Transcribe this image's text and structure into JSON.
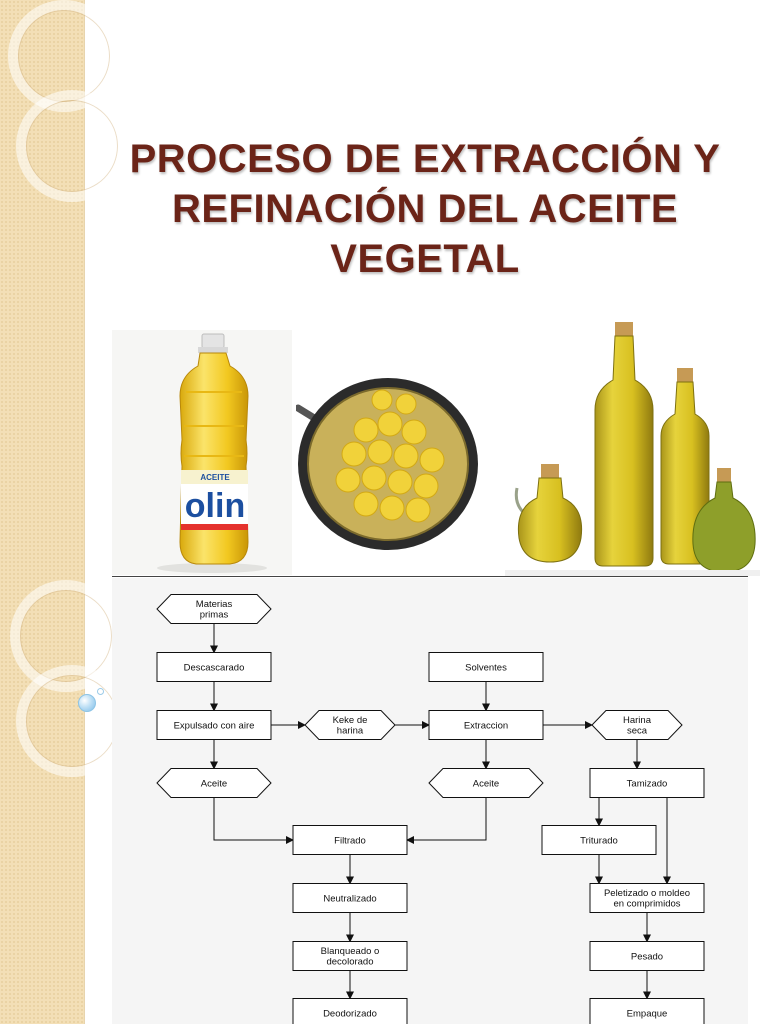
{
  "slide": {
    "title_lines": [
      "PROCESO DE EXTRACCIÓN Y",
      "REFINACIÓN DEL ACEITE",
      "VEGETAL"
    ],
    "bottle_brand": "olin",
    "bottle_band": "ACEITE"
  },
  "colors": {
    "title": "#6b2418",
    "strip": "#f3dfb6",
    "flow_bg": "#f5f5f5",
    "oil": "#e8c21a"
  },
  "flowchart": {
    "nodes": {
      "materias": {
        "shape": "hex",
        "lines": [
          "Materias",
          "primas"
        ]
      },
      "descascarado": {
        "shape": "rect",
        "lines": [
          "Descascarado"
        ]
      },
      "solventes": {
        "shape": "rect",
        "lines": [
          "Solventes"
        ]
      },
      "expulsado": {
        "shape": "rect",
        "lines": [
          "Expulsado con aire"
        ]
      },
      "keke": {
        "shape": "hex",
        "lines": [
          "Keke de",
          "harina"
        ]
      },
      "extraccion": {
        "shape": "rect",
        "lines": [
          "Extraccion"
        ]
      },
      "harina_seca": {
        "shape": "hex",
        "lines": [
          "Harina",
          "seca"
        ]
      },
      "aceite1": {
        "shape": "hex",
        "lines": [
          "Aceite"
        ]
      },
      "aceite2": {
        "shape": "hex",
        "lines": [
          "Aceite"
        ]
      },
      "tamizado": {
        "shape": "rect",
        "lines": [
          "Tamizado"
        ]
      },
      "filtrado": {
        "shape": "rect",
        "lines": [
          "Filtrado"
        ]
      },
      "triturado": {
        "shape": "rect",
        "lines": [
          "Triturado"
        ]
      },
      "neutralizado": {
        "shape": "rect",
        "lines": [
          "Neutralizado"
        ]
      },
      "peletizado": {
        "shape": "rect",
        "lines": [
          "Peletizado o moldeo",
          "en comprimidos"
        ]
      },
      "blanqueado": {
        "shape": "rect",
        "lines": [
          "Blanqueado o",
          "decolorado"
        ]
      },
      "pesado": {
        "shape": "rect",
        "lines": [
          "Pesado"
        ]
      },
      "deodorizado": {
        "shape": "rect",
        "lines": [
          "Deodorizado"
        ]
      },
      "empaque": {
        "shape": "rect",
        "lines": [
          "Empaque"
        ]
      }
    },
    "edges": [
      [
        "materias",
        "descascarado"
      ],
      [
        "descascarado",
        "expulsado"
      ],
      [
        "expulsado",
        "keke"
      ],
      [
        "keke",
        "extraccion"
      ],
      [
        "solventes",
        "extraccion"
      ],
      [
        "extraccion",
        "harina_seca"
      ],
      [
        "expulsado",
        "aceite1"
      ],
      [
        "extraccion",
        "aceite2"
      ],
      [
        "harina_seca",
        "tamizado"
      ],
      [
        "aceite1",
        "filtrado"
      ],
      [
        "aceite2",
        "filtrado"
      ],
      [
        "tamizado",
        "triturado"
      ],
      [
        "tamizado",
        "peletizado"
      ],
      [
        "triturado",
        "peletizado"
      ],
      [
        "filtrado",
        "neutralizado"
      ],
      [
        "neutralizado",
        "blanqueado"
      ],
      [
        "blanqueado",
        "deodorizado"
      ],
      [
        "peletizado",
        "pesado"
      ],
      [
        "pesado",
        "empaque"
      ]
    ]
  }
}
